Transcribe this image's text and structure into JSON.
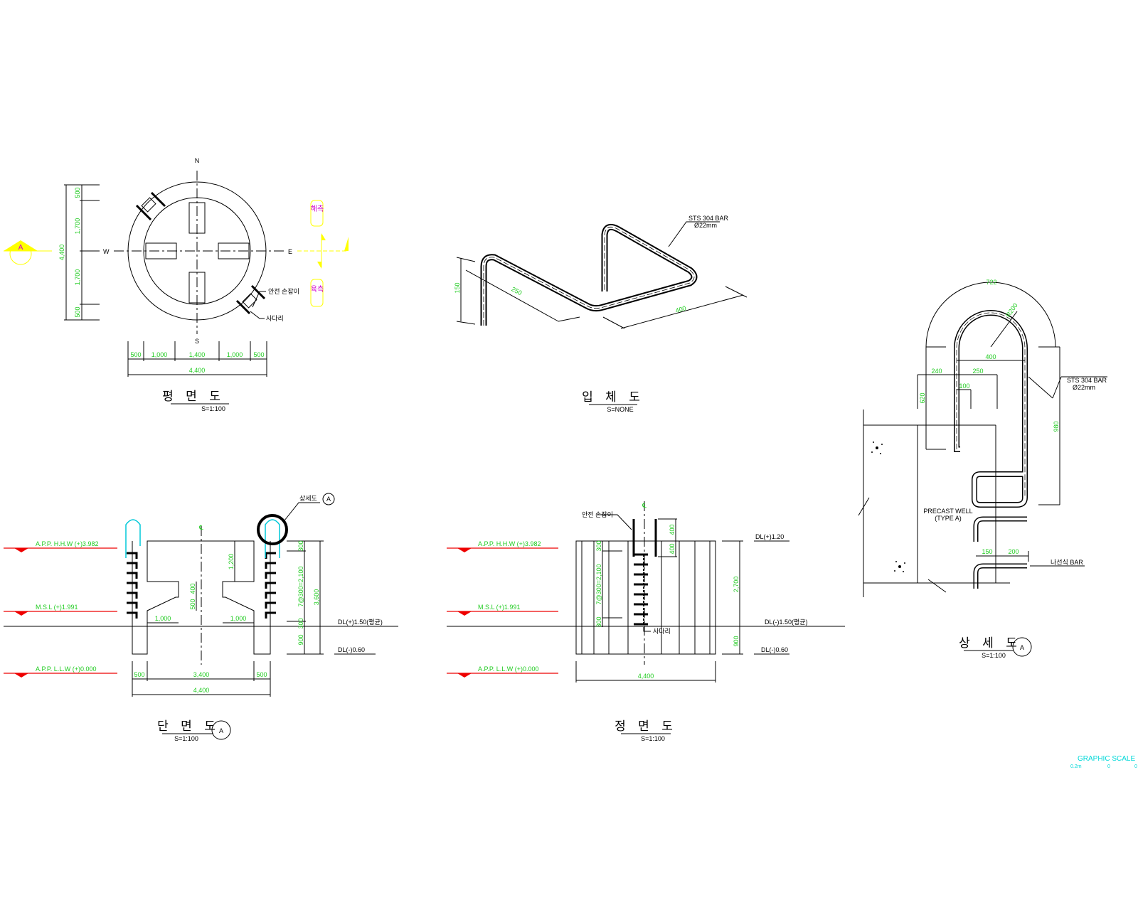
{
  "colors": {
    "dimension": "#22cc22",
    "water_level": "#ee0000",
    "marker": "#ffff00",
    "marker_text": "#d000d0",
    "ladder": "#00c8d8",
    "graphic_scale": "#00d8d8"
  },
  "plan": {
    "title": "평 면 도",
    "scale": "S=1:100",
    "north": "N",
    "south": "S",
    "west": "W",
    "east": "E",
    "section_marker": "A",
    "side_labels": [
      "해측",
      "육측"
    ],
    "notes": {
      "handrail": "안전 손잡이",
      "ladder": "사다리"
    },
    "dims_left": [
      "500",
      "1,700",
      "1,700",
      "500"
    ],
    "dim_left_total": "4,400",
    "dims_bottom": [
      "500",
      "1,000",
      "1,400",
      "1,000",
      "500"
    ],
    "dim_bottom_total": "4,400"
  },
  "iso": {
    "title": "입 체 도",
    "scale": "S=NONE",
    "dims": [
      "150",
      "250",
      "400"
    ],
    "note_line1": "STS 304 BAR",
    "note_line2": "Ø22mm"
  },
  "section": {
    "title": "단 면 도",
    "marker": "A",
    "scale": "S=1:100",
    "detail_ref": "상세도",
    "detail_marker": "A",
    "levels": [
      "A.P.P. H.H.W (+)3.982",
      "M.S.L (+)1.991",
      "A.P.P. L.L.W (+)0.000"
    ],
    "dl_top": "DL(+)1.50(평균)",
    "dl_bottom": "DL(-)0.60",
    "dims_bottom": [
      "500",
      "3,400",
      "500"
    ],
    "dim_total": "4,400",
    "dims_inner": [
      "1,200",
      "400",
      "500",
      "1,000",
      "1,000"
    ],
    "dims_right": [
      "300",
      "7@300=2,100",
      "300",
      "900"
    ],
    "dim_right_total": "3,600",
    "centerline": "℄"
  },
  "elevation": {
    "title": "정 면 도",
    "scale": "S=1:100",
    "levels": [
      "A.P.P. H.H.W (+)3.982",
      "M.S.L (+)1.991",
      "A.P.P. L.L.W (+)0.000"
    ],
    "dl_top": "DL(+)1.20",
    "dl_mid": "DL(-)1.50(평균)",
    "dl_bottom": "DL(-)0.60",
    "notes": {
      "handrail": "안전 손잡이",
      "ladder": "사다리"
    },
    "dims_left": [
      "300",
      "7@300=2,100",
      "300"
    ],
    "dims_handrail": [
      "400",
      "400"
    ],
    "dims_right": [
      "2,700",
      "900"
    ],
    "dim_total": "4,400",
    "centerline": "℄"
  },
  "detail": {
    "title": "상 세 도",
    "marker": "A",
    "scale": "S=1:100",
    "dims": {
      "arc": "722",
      "radius": "R200",
      "width": "400",
      "d240": "240",
      "d250": "250",
      "d100": "100",
      "d620": "620",
      "d980": "980",
      "d150": "150",
      "d200": "200"
    },
    "note_bar_line1": "STS 304 BAR",
    "note_bar_line2": "Ø22mm",
    "note_anchor": "나선식 BAR",
    "well_line1": "PRECAST WELL",
    "well_line2": "(TYPE A)"
  },
  "graphic_scale": {
    "label": "GRAPHIC SCALE",
    "ticks": [
      "0.2m",
      "0",
      "0"
    ]
  }
}
